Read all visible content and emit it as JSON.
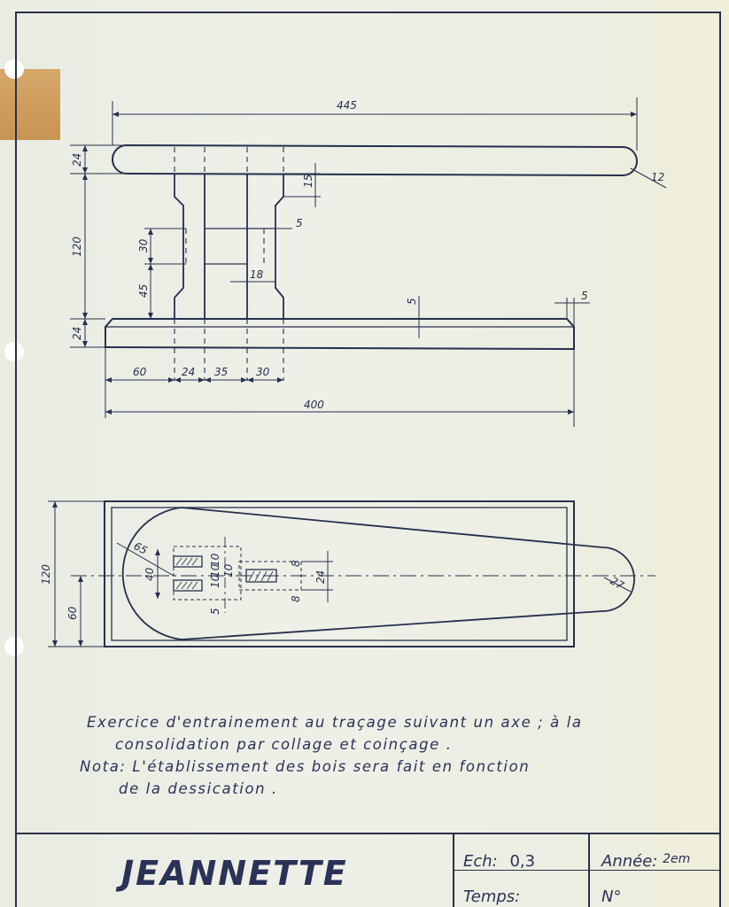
{
  "sheet": {
    "title": "JEANNETTE",
    "scale_label": "Ech:",
    "scale_value": "0,3",
    "year_label": "Année:",
    "year_value": "2em",
    "time_label": "Temps:",
    "number_label": "N°"
  },
  "note": {
    "line1": "Exercice d'entrainement au traçage suivant un axe ; à la",
    "line2": "consolidation par collage et coinçage .",
    "line3": "Nota:  L'établissement des bois sera fait en fonction",
    "line4": "de la dessication ."
  },
  "dimensions": {
    "total_length_top": "445",
    "end_radius": "12",
    "top_bar_thickness": "24",
    "height_between": "120",
    "chamfer_height": "15",
    "tenon_width_5a": "5",
    "mortise_30": "30",
    "mortise_45": "45",
    "tenon_18": "18",
    "bottom_bar_thickness": "24",
    "bottom_chamfer_5": "5",
    "bottom_end_5": "5",
    "base_60": "60",
    "base_24": "24",
    "base_35": "35",
    "base_30": "30",
    "base_total_400": "400",
    "plan_radius_65": "65",
    "plan_width_40": "40",
    "plan_10a": "10",
    "plan_10b": "10",
    "plan_10c": "10",
    "plan_10d": "10",
    "plan_5": "5",
    "plan_8a": "8",
    "plan_24": "24",
    "plan_8b": "8",
    "plan_tip_radius": "27",
    "plan_total_width": "120",
    "plan_half_width": "60"
  },
  "colors": {
    "ink": "#26304e",
    "paper": "#ecefe6",
    "tape": "#c58c46"
  }
}
